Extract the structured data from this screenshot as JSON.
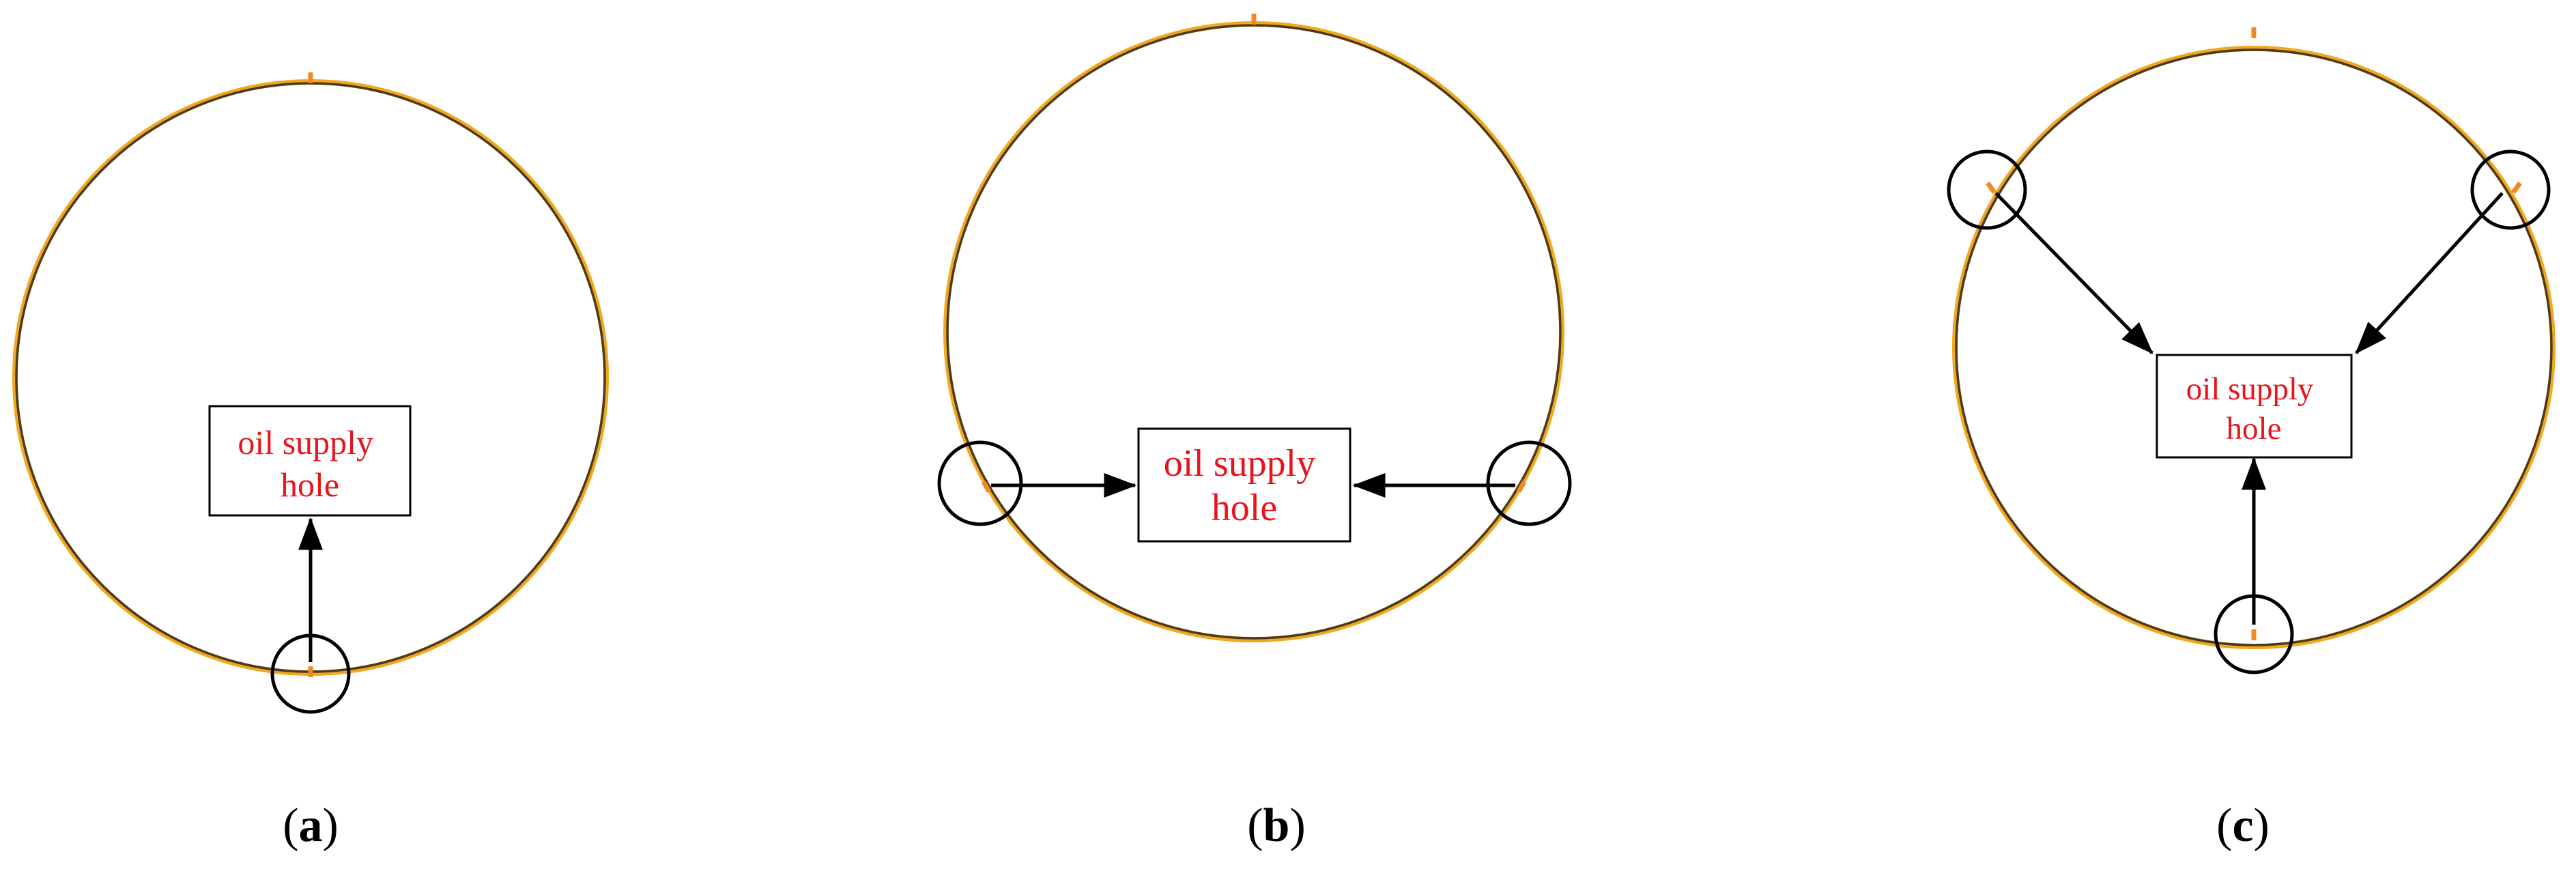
{
  "panels": [
    {
      "id": "a",
      "box_label_line1": "oil supply",
      "box_label_line2": "hole",
      "caption_open": "(",
      "caption_letter": "a",
      "caption_close": ")"
    },
    {
      "id": "b",
      "box_label_line1": "oil supply",
      "box_label_line2": "hole",
      "caption_open": "(",
      "caption_letter": "b",
      "caption_close": ")"
    },
    {
      "id": "c",
      "box_label_line1": "oil supply",
      "box_label_line2": "hole",
      "caption_open": "(",
      "caption_letter": "c",
      "caption_close": ")"
    }
  ],
  "colors": {
    "ring_outer": "#f2a81c",
    "ring_inner": "#4a3a22",
    "tick": "#ee8b1c",
    "label_text": "#e8141c",
    "marker": "#000000"
  }
}
